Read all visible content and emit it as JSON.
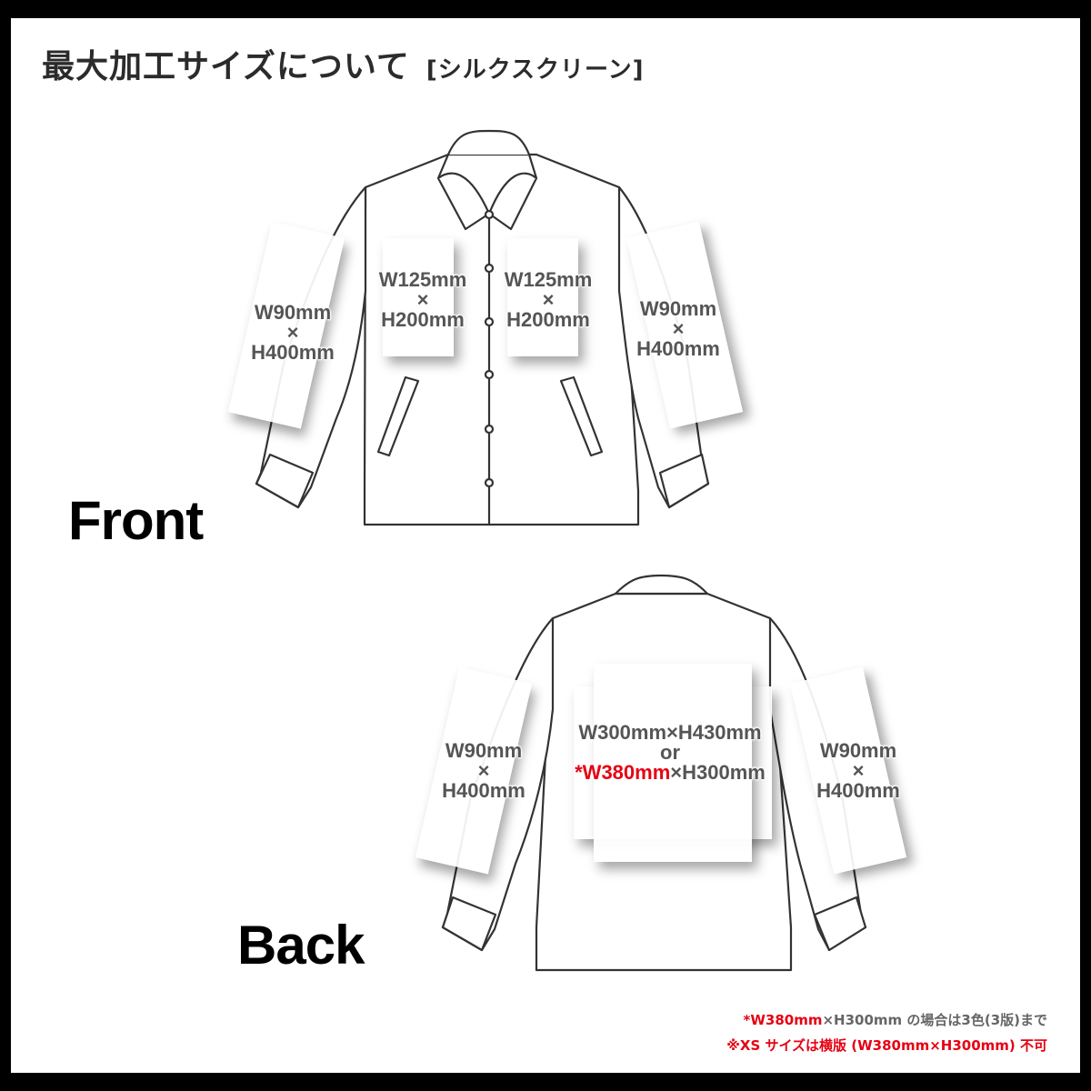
{
  "header": {
    "title": "最大加工サイズについて",
    "subtitle": "[シルクスクリーン]"
  },
  "front": {
    "label": "Front",
    "areas": {
      "left_sleeve": {
        "w": "W90mm",
        "x": "×",
        "h": "H400mm"
      },
      "left_chest": {
        "w": "W125mm",
        "x": "×",
        "h": "H200mm"
      },
      "right_chest": {
        "w": "W125mm",
        "x": "×",
        "h": "H200mm"
      },
      "right_sleeve": {
        "w": "W90mm",
        "x": "×",
        "h": "H400mm"
      }
    }
  },
  "back": {
    "label": "Back",
    "areas": {
      "left_sleeve": {
        "w": "W90mm",
        "x": "×",
        "h": "H400mm"
      },
      "center": {
        "line1": "W300mm×H430mm",
        "line2": "or",
        "line3_red": "*W380mm",
        "line3_rest": "×H300mm"
      },
      "right_sleeve": {
        "w": "W90mm",
        "x": "×",
        "h": "H400mm"
      }
    }
  },
  "notes": {
    "note1_red": "*W380mm",
    "note1_rest": "×H300mm の場合は3色(3版)まで",
    "note2": "※XS サイズは横版 (W380mm×H300mm) 不可"
  },
  "colors": {
    "accent_red": "#e60012",
    "label_gray": "#555555",
    "outline": "#333333",
    "frame": "#000000"
  }
}
